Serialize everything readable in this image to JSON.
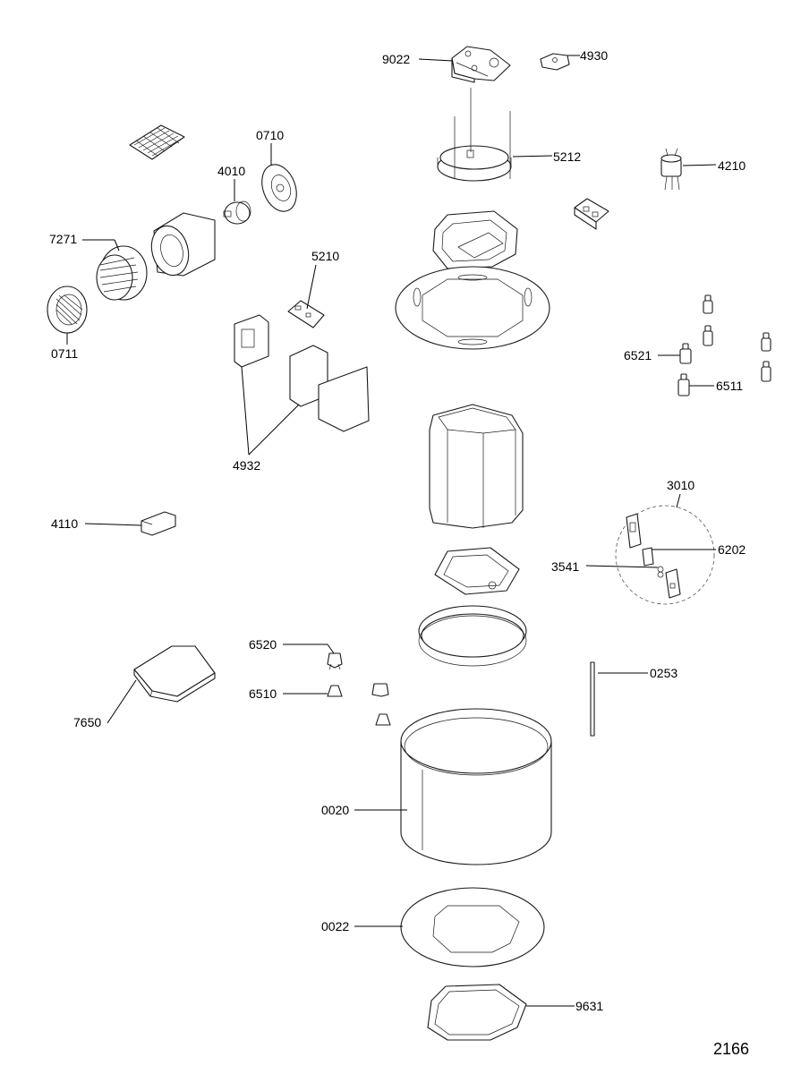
{
  "diagram_code": "2166",
  "labels": {
    "p9022": "9022",
    "p4930": "4930",
    "p5212": "5212",
    "p4210": "4210",
    "p0710": "0710",
    "p4010": "4010",
    "p7271": "7271",
    "p0711": "0711",
    "p5210": "5210",
    "p4932": "4932",
    "p6521": "6521",
    "p6511": "6511",
    "p3010": "3010",
    "p6202": "6202",
    "p3541": "3541",
    "p4110": "4110",
    "p6520": "6520",
    "p6510": "6510",
    "p0253": "0253",
    "p7650": "7650",
    "p0020": "0020",
    "p0022": "0022",
    "p9631": "9631"
  }
}
